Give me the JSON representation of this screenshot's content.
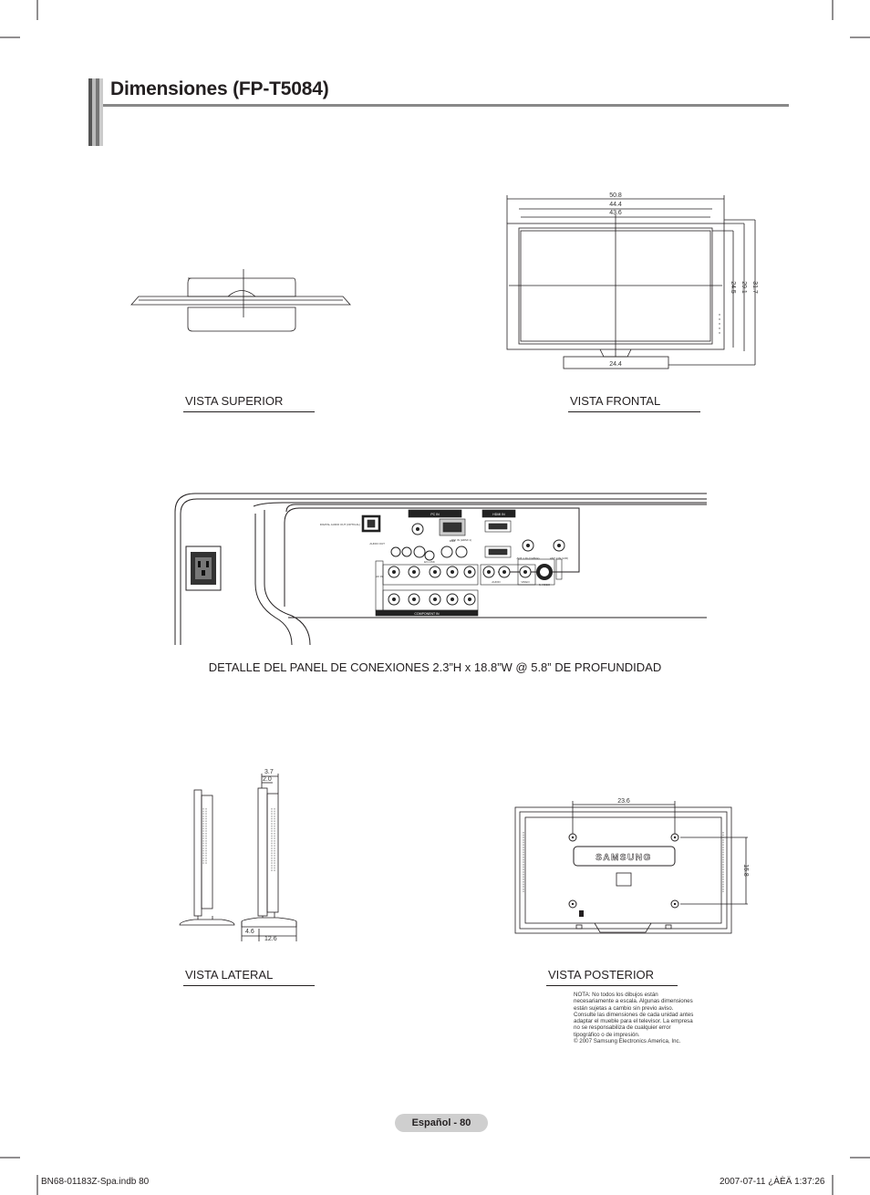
{
  "page": {
    "title": "Dimensiones (FP-T5084)",
    "page_label": "Español - 80",
    "footer_file": "BN68-01183Z-Spa.indb   80",
    "footer_timestamp": "2007-07-11   ¿ÀÈÄ 1:37:26"
  },
  "views": {
    "top": "VISTA SUPERIOR",
    "front": "VISTA FRONTAL",
    "side": "VISTA LATERAL",
    "rear": "VISTA POSTERIOR"
  },
  "caption": "DETALLE DEL PANEL DE CONEXIONES 2.3”H x 18.8”W @ 5.8” DE PROFUNDIDAD",
  "front_dims": {
    "w1": "50.8",
    "w2": "44.4",
    "w3": "43.6",
    "h1": "24.5",
    "h2": "29.1",
    "h3": "31.7",
    "stand": "24.4"
  },
  "side_dims": {
    "d1": "3.7",
    "d2": "2.0",
    "d3": "4.6",
    "d4": "12.6"
  },
  "rear_dims": {
    "w": "23.6",
    "h": "15.8",
    "brand": "SAMSUNG"
  },
  "panel_labels": {
    "optical": "DIGITAL AUDIO OUT (OPTICAL)",
    "audio_out": "AUDIO OUT",
    "pc_in": "PC IN",
    "rgb": "RGB",
    "hdmi_in": "HDMI IN",
    "dvi_in": "DVI IN (HDMI 1)",
    "ex_link": "EX-LINK",
    "ant_cable": "ANT 1 IN (CABLE)",
    "ant_air": "ANT 2 IN (AIR)",
    "av_in": "AV IN",
    "video": "VIDEO",
    "s_video": "S-VIDEO",
    "component_in": "COMPONENT IN",
    "audio": "AUDIO"
  },
  "note": [
    "NOTA: No todos los dibujos están necesariamente a escala. Algunas dimensiones están sujetas a cambio sin previo aviso. Consulte las dimensiones de cada unidad antes adaptar el mueble para el televisor. La empresa no se responsabiliza de cualquier error tipográfico o de impresión.",
    "© 2007 Samsung Electronics America, Inc."
  ]
}
